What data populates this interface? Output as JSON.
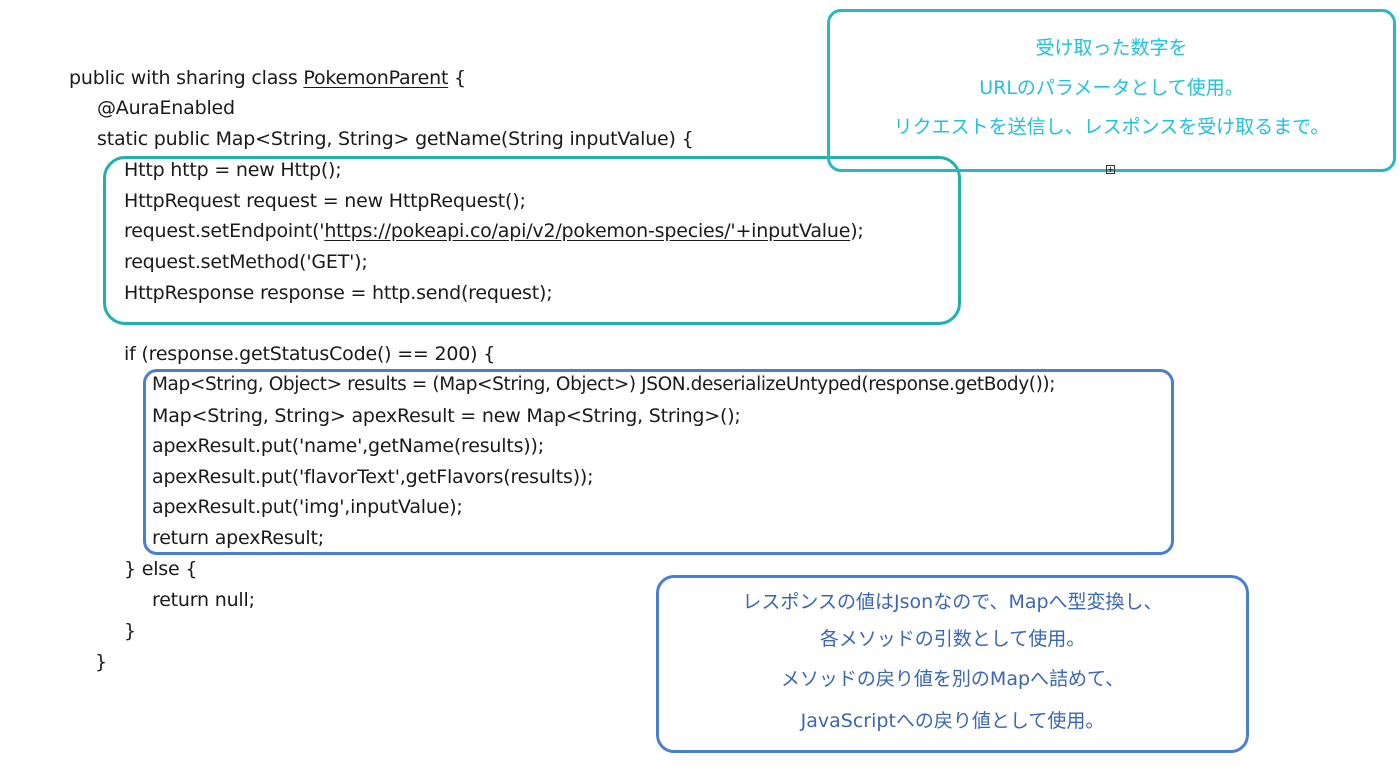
{
  "code_lines": [
    {
      "pre": "public with sharing class ",
      "u": "PokemonParent",
      "post": " {"
    },
    {
      "pre": "@AuraEnabled"
    },
    {
      "pre": "static public Map<String, String> getName(String inputValue) {"
    },
    {
      "pre": "Http http = new Http();"
    },
    {
      "pre": "HttpRequest request = new HttpRequest();"
    },
    {
      "pre": "request.setEndpoint('",
      "u": "https://pokeapi.co/api/v2/pokemon-species/'+inputValue",
      "post": ");"
    },
    {
      "pre": "request.setMethod('GET');"
    },
    {
      "pre": "HttpResponse response = http.send(request);"
    },
    {
      "pre": "if (response.getStatusCode() == 200) {"
    },
    {
      "pre": "Map<String, Object> results = (Map<String, Object>) JSON.deserializeUntyped(response.getBody());"
    },
    {
      "pre": "Map<String, String> apexResult = new Map<String, String>();"
    },
    {
      "pre": "apexResult.put('name',getName(results));"
    },
    {
      "pre": "apexResult.put('flavorText',getFlavors(results));"
    },
    {
      "pre": "apexResult.put('img',inputValue);"
    },
    {
      "pre": "return apexResult;"
    },
    {
      "pre": "} else {"
    },
    {
      "pre": "return null;"
    },
    {
      "pre": "}"
    },
    {
      "pre": "}"
    }
  ],
  "note_top": {
    "line1": "受け取った数字を",
    "line2": "URLのパラメータとして使用。",
    "line3": "リクエストを送信し、レスポンスを受け取るまで。"
  },
  "note_bottom": {
    "line1": "レスポンスの値はJsonなので、Mapへ型変換し、",
    "line2": "各メソッドの引数として使用。",
    "line3": "メソッドの戻り値を別のMapへ詰めて、",
    "line4": "JavaScriptへの戻り値として使用。"
  },
  "colors": {
    "teal_frame": "#1fb0b0",
    "blue_frame": "#4a7fd0",
    "note_cyan_text": "#1ec2e0",
    "note_blue_text": "#3a66b8"
  }
}
